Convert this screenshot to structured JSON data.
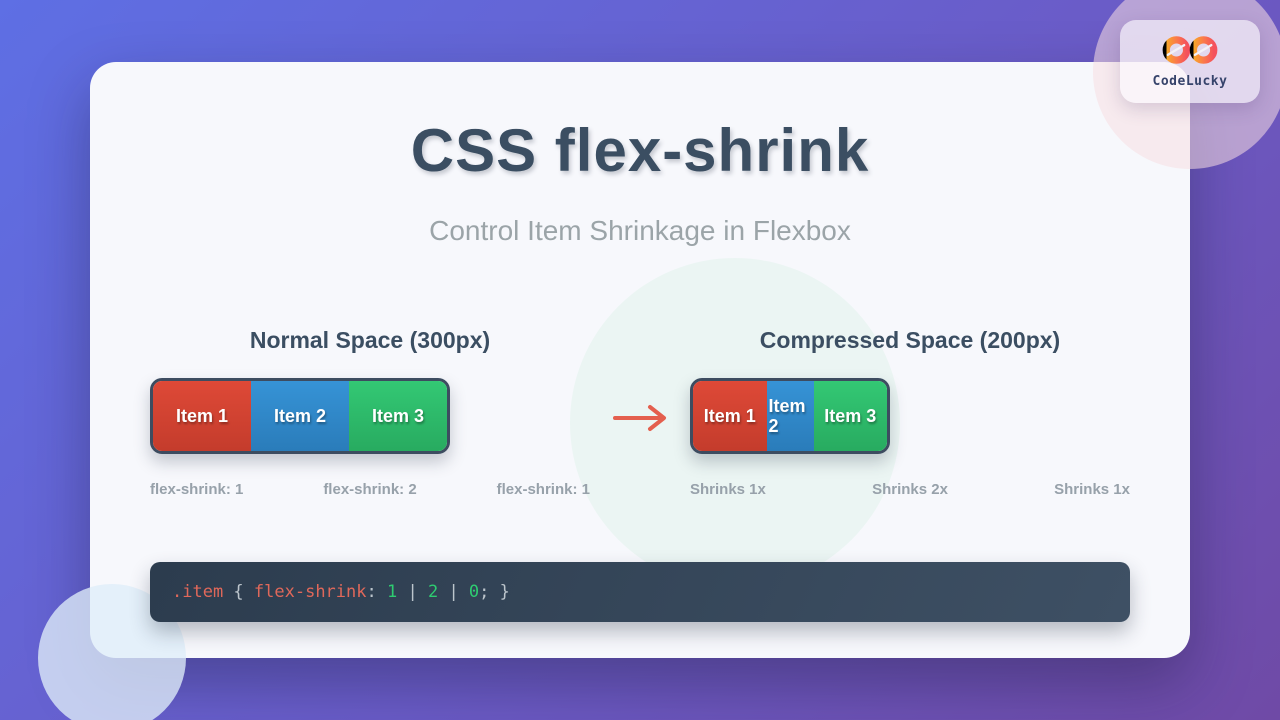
{
  "brand": {
    "name": "CodeLucky",
    "logo_icon": "infinity-icon"
  },
  "header": {
    "title": "CSS flex-shrink",
    "subtitle": "Control Item Shrinkage in Flexbox"
  },
  "demos": {
    "normal": {
      "heading": "Normal Space (300px)",
      "items": [
        {
          "label": "Item 1"
        },
        {
          "label": "Item 2"
        },
        {
          "label": "Item 3"
        }
      ],
      "labels": [
        "flex-shrink: 1",
        "flex-shrink: 2",
        "flex-shrink: 1"
      ]
    },
    "compressed": {
      "heading": "Compressed Space (200px)",
      "items": [
        {
          "label": "Item 1"
        },
        {
          "label": "Item 2"
        },
        {
          "label": "Item 3"
        }
      ],
      "labels": [
        "Shrinks 1x",
        "Shrinks 2x",
        "Shrinks 1x"
      ]
    }
  },
  "icons": {
    "transition": "right-arrow-icon",
    "logo": "infinity-icon"
  },
  "code": {
    "tokens": [
      {
        "text": ".item",
        "type": "selector"
      },
      {
        "text": " { ",
        "type": "punctuation"
      },
      {
        "text": "flex-shrink",
        "type": "property"
      },
      {
        "text": ": ",
        "type": "punctuation"
      },
      {
        "text": "1",
        "type": "number"
      },
      {
        "text": " | ",
        "type": "punctuation"
      },
      {
        "text": "2",
        "type": "number"
      },
      {
        "text": " | ",
        "type": "punctuation"
      },
      {
        "text": "0",
        "type": "number"
      },
      {
        "text": "; }",
        "type": "punctuation"
      }
    ]
  },
  "colors": {
    "background_gradient": [
      "#5e6fe4",
      "#6f4aa6"
    ],
    "card": "#f7f8fc",
    "heading_text": "#3b4e62",
    "muted_text": "#97a1aa",
    "item_red": "#d0402f",
    "item_blue": "#2f87c8",
    "item_green": "#2dbb69",
    "container_border": "#3d4c60",
    "arrow": "#e45f4e",
    "code_background": "#33445a",
    "code_selector": "#e0685a",
    "code_number": "#2ecc71",
    "code_punctuation": "#bcc5cc"
  }
}
